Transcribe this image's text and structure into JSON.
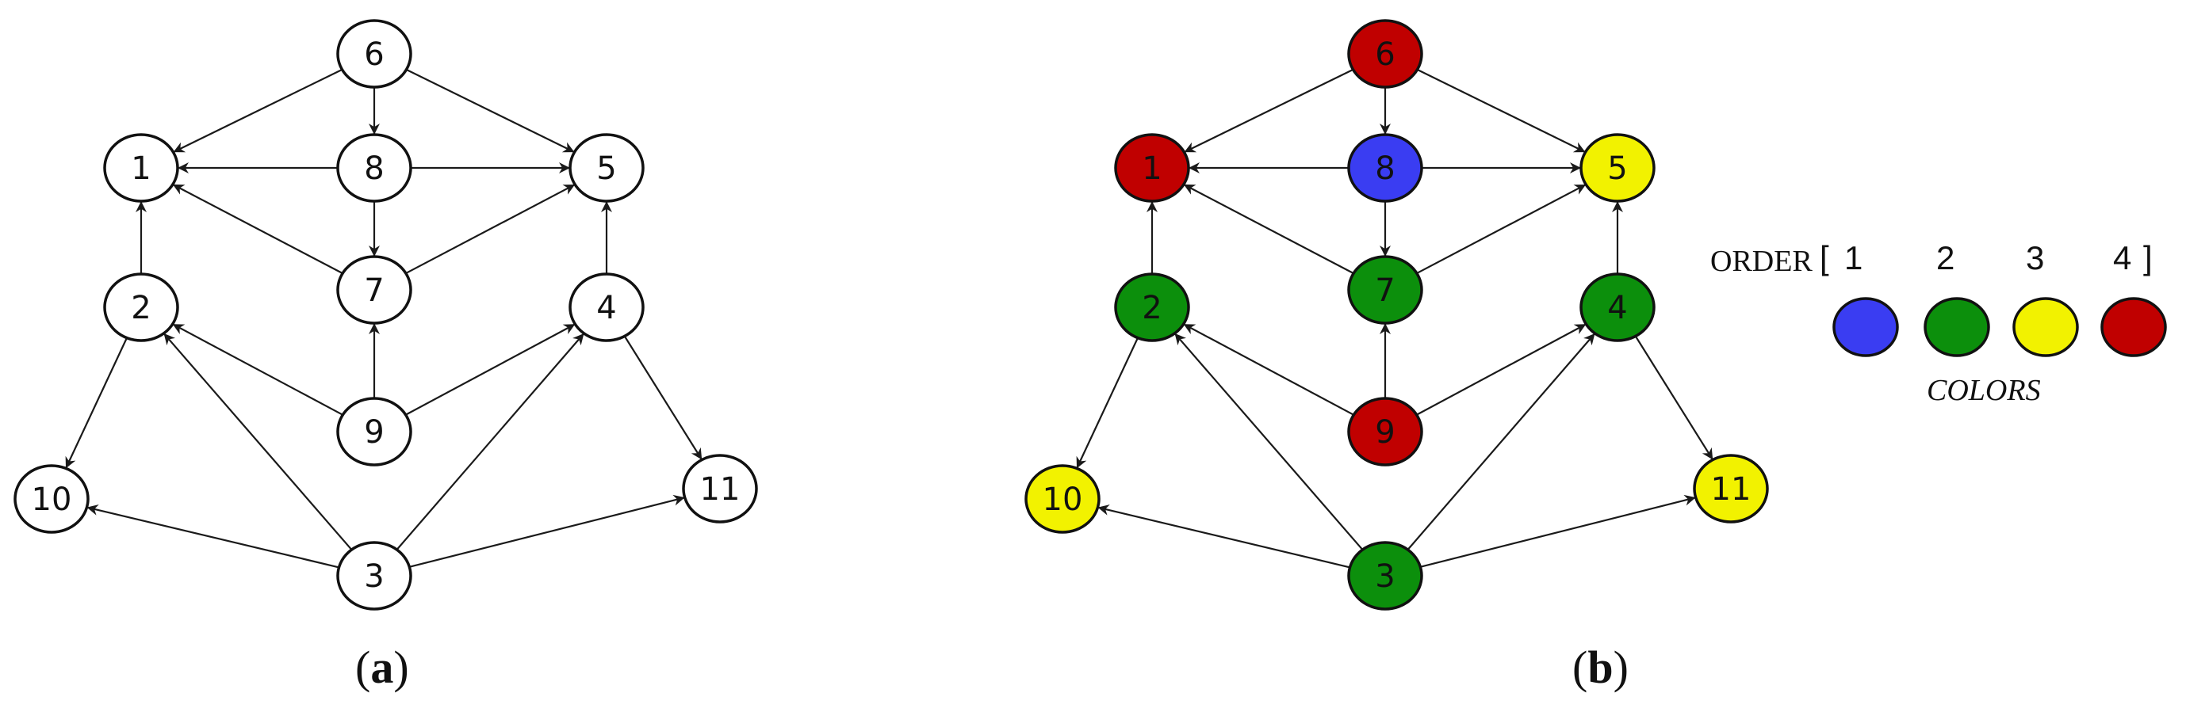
{
  "panels": [
    {
      "id": "a",
      "caption_open": "(",
      "caption_letter": "a",
      "caption_close": ")",
      "colored": false
    },
    {
      "id": "b",
      "caption_open": "(",
      "caption_letter": "b",
      "caption_close": ")",
      "colored": true
    }
  ],
  "graph": {
    "nodes": [
      {
        "id": "6",
        "label": "6",
        "color_order": 4
      },
      {
        "id": "1",
        "label": "1",
        "color_order": 4
      },
      {
        "id": "8",
        "label": "8",
        "color_order": 1
      },
      {
        "id": "5",
        "label": "5",
        "color_order": 3
      },
      {
        "id": "7",
        "label": "7",
        "color_order": 2
      },
      {
        "id": "2",
        "label": "2",
        "color_order": 2
      },
      {
        "id": "4",
        "label": "4",
        "color_order": 2
      },
      {
        "id": "9",
        "label": "9",
        "color_order": 4
      },
      {
        "id": "10",
        "label": "10",
        "color_order": 3
      },
      {
        "id": "11",
        "label": "11",
        "color_order": 3
      },
      {
        "id": "3",
        "label": "3",
        "color_order": 2
      }
    ],
    "edges": [
      [
        "6",
        "1"
      ],
      [
        "6",
        "8"
      ],
      [
        "6",
        "5"
      ],
      [
        "8",
        "1"
      ],
      [
        "8",
        "5"
      ],
      [
        "8",
        "7"
      ],
      [
        "7",
        "1"
      ],
      [
        "7",
        "5"
      ],
      [
        "2",
        "1"
      ],
      [
        "4",
        "5"
      ],
      [
        "9",
        "7"
      ],
      [
        "9",
        "2"
      ],
      [
        "9",
        "4"
      ],
      [
        "2",
        "10"
      ],
      [
        "4",
        "11"
      ],
      [
        "3",
        "10"
      ],
      [
        "3",
        "2"
      ],
      [
        "3",
        "4"
      ],
      [
        "3",
        "11"
      ]
    ]
  },
  "legend": {
    "order_word": "ORDER",
    "open_bracket": "[",
    "close_bracket": "]",
    "order_numbers": [
      "1",
      "2",
      "3",
      "4"
    ],
    "colors_label": "COLORS"
  },
  "colors": {
    "order_1": "#3a3df2",
    "order_2": "#0c8f0c",
    "order_3": "#f2f200",
    "order_4": "#c00000",
    "uncolored": "#ffffff",
    "stroke": "#111111"
  }
}
